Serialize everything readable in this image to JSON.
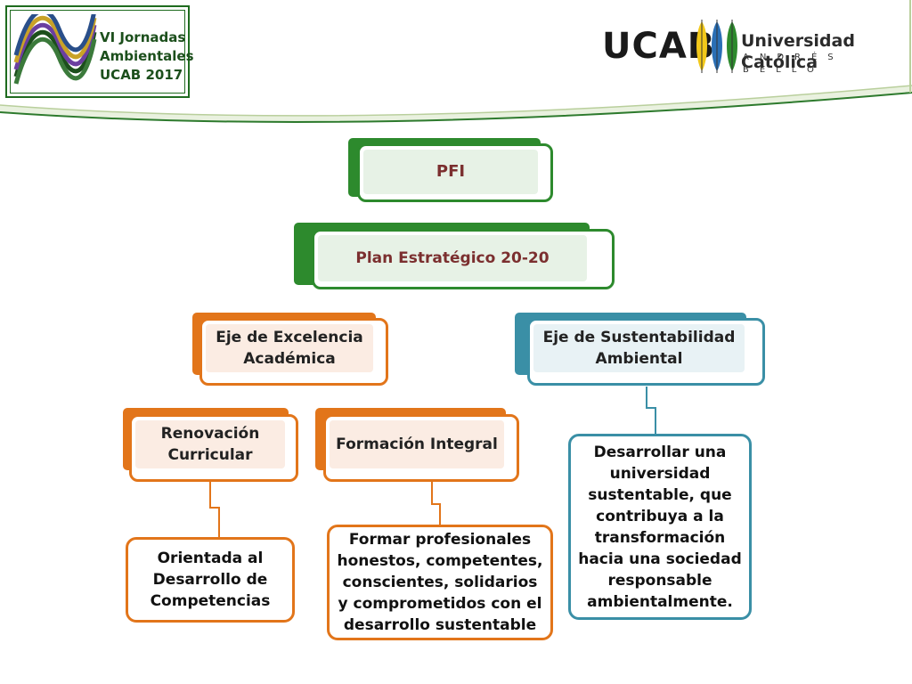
{
  "header": {
    "event_logo_lines": [
      "VI Jornadas",
      "Ambientales",
      "UCAB 2017"
    ],
    "ucab_word": "UCAB",
    "university_name": "Universidad Católica",
    "university_subtitle": "ANDRÉS BELLO"
  },
  "diagram": {
    "pfi": "PFI",
    "plan": "Plan Estratégico 20-20",
    "eje_excelencia": "Eje de Excelencia Académica",
    "eje_sustentabilidad": "Eje de Sustentabilidad Ambiental",
    "renovacion": "Renovación Curricular",
    "formacion": "Formación Integral",
    "orientada": "Orientada al Desarrollo de Competencias",
    "formar": "Formar profesionales honestos, competentes, conscientes, solidarios y comprometidos con el desarrollo sustentable",
    "desarrollar": "Desarrollar una universidad sustentable, que contribuya a la transformación hacia una sociedad responsable ambientalmente."
  },
  "colors": {
    "green": "#2d8a2d",
    "orange": "#e2751a",
    "teal": "#3a8fa6",
    "title_text": "#7b2f2f"
  }
}
